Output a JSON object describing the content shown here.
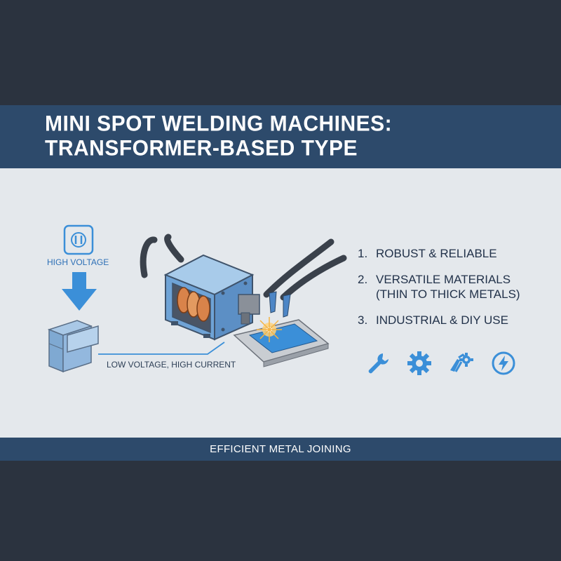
{
  "title": {
    "line1": "MINI SPOT WELDING MACHINES:",
    "line2": "TRANSFORMER-BASED TYPE"
  },
  "diagram": {
    "input_label": "HIGH VOLTAGE",
    "output_label": "LOW VOLTAGE, HIGH CURRENT",
    "icons": [
      "power-outlet-icon",
      "down-arrow-icon",
      "transformer-icon",
      "spot-welder-machine"
    ]
  },
  "features": [
    {
      "num": "1.",
      "text": "ROBUST & RELIABLE"
    },
    {
      "num": "2.",
      "text": "VERSATILE MATERIALS",
      "sub": "(THIN TO THICK METALS)"
    },
    {
      "num": "3.",
      "text": "INDUSTRIAL & DIY USE"
    }
  ],
  "feature_icons": [
    "wrench-icon",
    "gear-icon",
    "tools-gear-icon",
    "lightning-icon"
  ],
  "footer": {
    "text": "EFFICIENT METAL JOINING"
  },
  "colors": {
    "dark": "#2b333f",
    "banner": "#2d4a6b",
    "panel": "#e4e8ec",
    "accent": "#3b8fd8"
  }
}
